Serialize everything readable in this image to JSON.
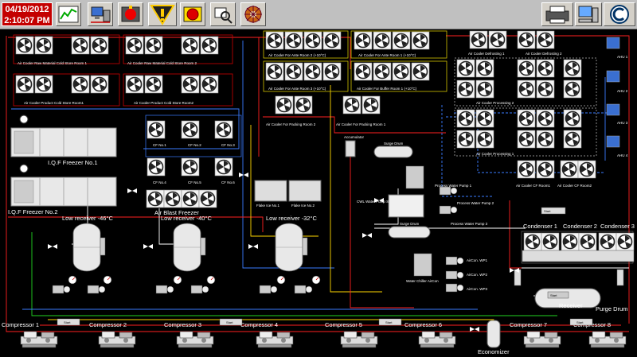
{
  "toolbar": {
    "date": "04/19/2012",
    "time": "2:10:07 PM",
    "buttons": [
      {
        "name": "trend-chart-icon"
      },
      {
        "name": "computer-network-icon"
      },
      {
        "name": "alarm-siren-icon"
      },
      {
        "name": "warning-triangle-icon"
      },
      {
        "name": "emergency-stop-icon"
      },
      {
        "name": "zoom-window-icon"
      },
      {
        "name": "gear-wheel-icon"
      }
    ],
    "right_buttons": [
      {
        "name": "printer-icon"
      },
      {
        "name": "workstation-icon"
      },
      {
        "name": "company-logo-icon"
      }
    ],
    "colors": {
      "date_bg": "#c40000",
      "toolbar_bg": "#c0c0c0"
    }
  },
  "coolers": {
    "raw1": "Air Cooler Raw Material Cold Store Room 1",
    "raw2": "Air Cooler Raw Material Cold Store Room 2",
    "prod1": "Air Cooler Product Cold Store Room1",
    "prod2": "Air Cooler Product Cold Store Room2",
    "ante2": "Air Cooler For Ante Room 2 (+10°C)",
    "ante1": "Air Cooler For Ante Room 1 (+10°C)",
    "ante3": "Air Cooler For Ante Room 3 (+10°C)",
    "buffer": "Air Cooler For Buffer Room 1 (+10°C)",
    "pack2": "Air Cooler For Packing Room 2",
    "pack1": "Air Cooler For Packing Room 1",
    "def1": "Air Cooler Defrosting 1",
    "def2": "Air Cooler Defrosting 2",
    "proc2": "Air Cooler Processing 2",
    "proc1": "Air Cooler Processing 1",
    "cfroom1": "Air Cooler CF Room1",
    "cfroom2": "Air Cooler CF Room2"
  },
  "ahu": [
    "AHU 1",
    "AHU 2",
    "AHU 3",
    "AHU 4"
  ],
  "freezers": {
    "iqf1": "I.Q.F Freezer No.1",
    "iqf2": "I.Q.F Freezer No.2",
    "blast": "Air Blast Freezer",
    "cf": [
      "CF No.1",
      "CF No.2",
      "CF No.3",
      "CF No.4",
      "CF No.5",
      "CF No.6"
    ],
    "flake1": "Flake Ice No.1",
    "flake2": "Flake Ice No.2"
  },
  "receivers": {
    "r46": "Low receiver -46°C",
    "r40": "Low receiver -40°C",
    "r32": "Low receiver -32°C"
  },
  "misc": {
    "accumulator": "Accumulator",
    "surge1": "Surge Drum",
    "surge2": "Surge Drum",
    "process_pump1": "Process Water Pump 1",
    "process_pump2": "Process Water Pump 2",
    "process_pump3": "Process Water Pump 3",
    "cwl_pump": "CWL Water Pump S",
    "chiller": "Water Chiller AirCon",
    "aircon": [
      "AirCon. WP1",
      "AirCon. WP2",
      "AirCon. WP3"
    ],
    "receiver": "Receiver",
    "purge": "Purge Drum",
    "economizer": "Economizer"
  },
  "condensers": [
    "Condenser 1",
    "Condenser 2",
    "Condenser 3"
  ],
  "compressors": [
    "Compressor 1",
    "Compressor 2",
    "Compressor 3",
    "Compressor 4",
    "Compressor 5",
    "Compressor 6",
    "Compressor 7",
    "Compressor 8"
  ],
  "status_tag": "Start"
}
